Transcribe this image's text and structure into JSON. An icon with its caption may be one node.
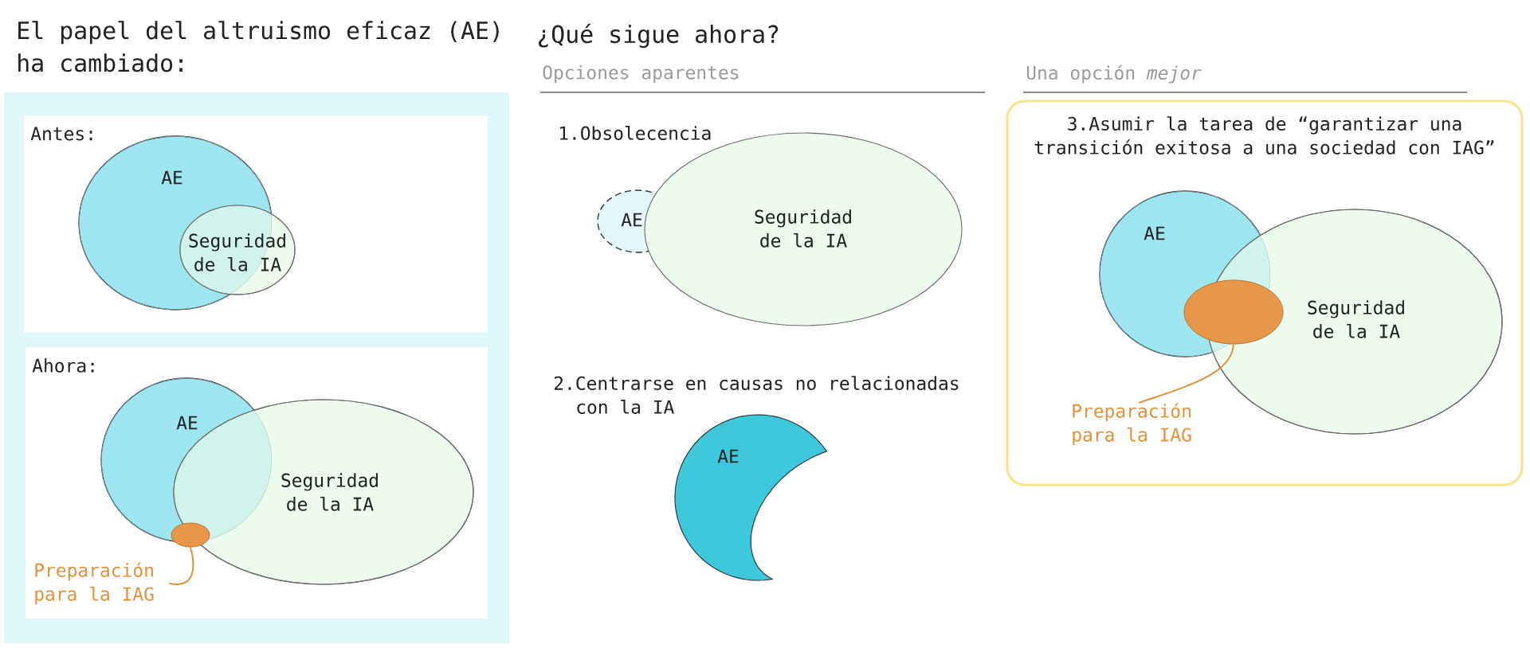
{
  "diagram": {
    "nodes": [
      {
        "text": [
          "El papel del altruismo eficaz (AE) ha cambiado:"
        ]
      },
      {
        "text": [
          "Antes:"
        ],
        "in": 0
      },
      {
        "text": [
          "AE"
        ],
        "in": 1
      },
      {
        "text": [
          "Seguridad de la IA"
        ],
        "in": 1
      },
      {
        "text": [
          "Ahora:"
        ],
        "in": 0
      },
      {
        "text": [
          "AE"
        ],
        "in": 4
      },
      {
        "text": [
          "Seguridad de la IA"
        ],
        "in": 4
      },
      {
        "text": [],
        "shape": "circle",
        "in": 4
      },
      {
        "text": [
          "Preparación para la IAG"
        ],
        "in": 4
      },
      {
        "text": [
          "AE"
        ]
      },
      {
        "text": [
          "Seguridad de la IA"
        ]
      },
      {
        "text": [
          "AE"
        ]
      },
      {
        "text": [
          "3.Asumir la tarea de “garantizar una transición exitosa a una sociedad con IAG”"
        ]
      },
      {
        "text": [
          "AE"
        ],
        "in": 12
      },
      {
        "text": [
          "Seguridad de la IA"
        ],
        "in": 12
      },
      {
        "text": [],
        "shape": "circle",
        "in": 12
      },
      {
        "text": [
          "Preparación para la IAG"
        ],
        "in": 12
      }
    ],
    "edges": [
      {
        "from": 8,
        "to": 7,
        "arrow": "none"
      },
      {
        "from": 16,
        "to": 15,
        "arrow": "none"
      }
    ],
    "labels": [
      "¿Qué sigue ahora?",
      "Opciones aparentes",
      "Una opción *mejor*",
      "1.Obsolecencia",
      "2.Centrarse en causas no relacionadas con la IA"
    ]
  }
}
